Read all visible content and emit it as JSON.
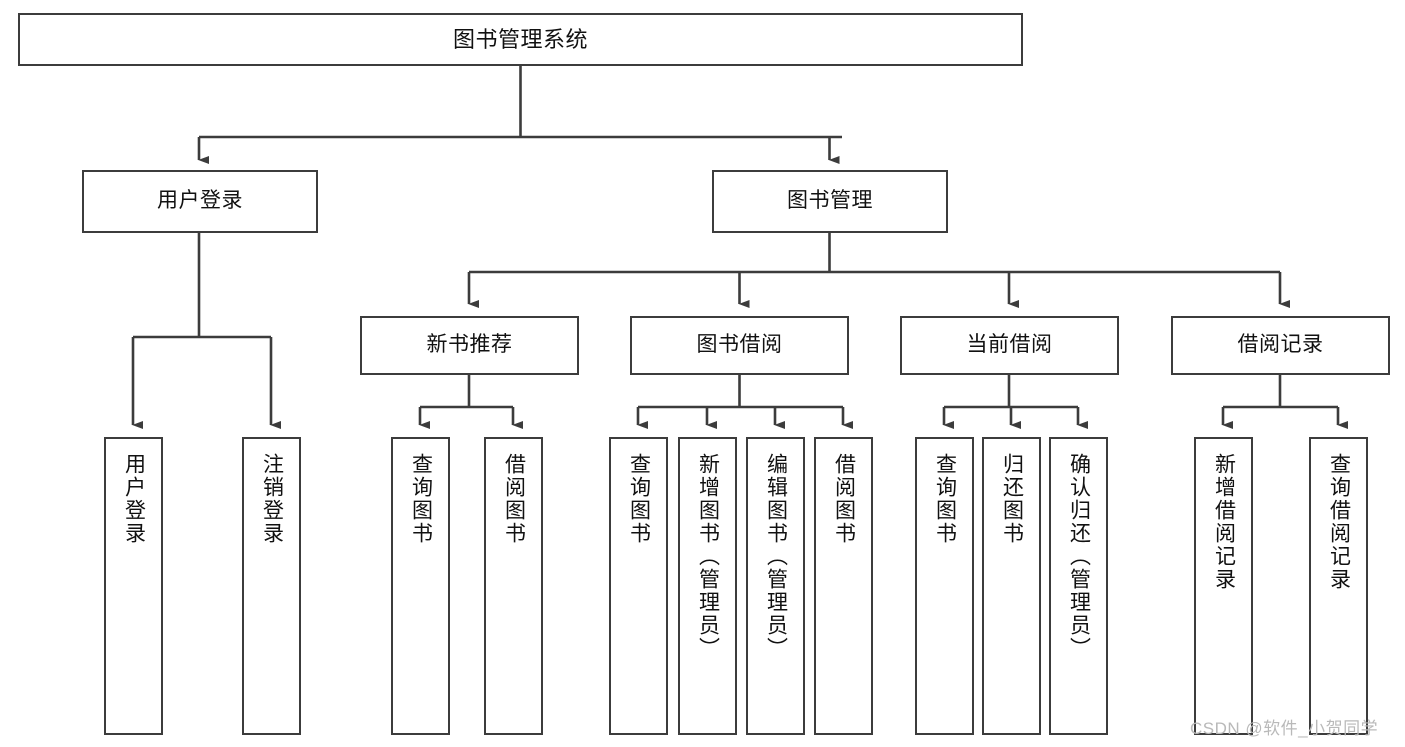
{
  "diagram": {
    "title": "图书管理系统",
    "watermark": "CSDN @软件_小贺同学",
    "accent_color": "#3c3c3c",
    "background_color": "#ffffff",
    "levels": {
      "root": "图书管理系统",
      "level2": [
        "用户登录",
        "图书管理"
      ],
      "level3": [
        "新书推荐",
        "图书借阅",
        "当前借阅",
        "借阅记录"
      ]
    },
    "nodes": {
      "root": "图书管理系统",
      "user_login": "用户登录",
      "book_manage": "图书管理",
      "new_book_rec": "新书推荐",
      "book_borrow": "图书借阅",
      "current_borrow": "当前借阅",
      "borrow_record": "借阅记录",
      "leaf_user_login": "用户登录",
      "leaf_user_logout": "注销登录",
      "leaf_rec_query": "查询图书",
      "leaf_rec_borrow": "借阅图书",
      "leaf_borrow_query": "查询图书",
      "leaf_borrow_add": "新增图书（管理员）",
      "leaf_borrow_edit": "编辑图书（管理员）",
      "leaf_borrow_do": "借阅图书",
      "leaf_cur_query": "查询图书",
      "leaf_cur_return": "归还图书",
      "leaf_cur_confirm": "确认归还（管理员）",
      "leaf_rec_add": "新增借阅记录",
      "leaf_rec_search": "查询借阅记录"
    },
    "tree": [
      {
        "id": "root",
        "label": "图书管理系统",
        "children": [
          {
            "id": "user_login",
            "label": "用户登录",
            "children": [
              {
                "id": "leaf_user_login",
                "label": "用户登录"
              },
              {
                "id": "leaf_user_logout",
                "label": "注销登录"
              }
            ]
          },
          {
            "id": "book_manage",
            "label": "图书管理",
            "children": [
              {
                "id": "new_book_rec",
                "label": "新书推荐",
                "children": [
                  {
                    "id": "leaf_rec_query",
                    "label": "查询图书"
                  },
                  {
                    "id": "leaf_rec_borrow",
                    "label": "借阅图书"
                  }
                ]
              },
              {
                "id": "book_borrow",
                "label": "图书借阅",
                "children": [
                  {
                    "id": "leaf_borrow_query",
                    "label": "查询图书"
                  },
                  {
                    "id": "leaf_borrow_add",
                    "label": "新增图书（管理员）"
                  },
                  {
                    "id": "leaf_borrow_edit",
                    "label": "编辑图书（管理员）"
                  },
                  {
                    "id": "leaf_borrow_do",
                    "label": "借阅图书"
                  }
                ]
              },
              {
                "id": "current_borrow",
                "label": "当前借阅",
                "children": [
                  {
                    "id": "leaf_cur_query",
                    "label": "查询图书"
                  },
                  {
                    "id": "leaf_cur_return",
                    "label": "归还图书"
                  },
                  {
                    "id": "leaf_cur_confirm",
                    "label": "确认归还（管理员）"
                  }
                ]
              },
              {
                "id": "borrow_record",
                "label": "借阅记录",
                "children": [
                  {
                    "id": "leaf_rec_add",
                    "label": "新增借阅记录"
                  },
                  {
                    "id": "leaf_rec_search",
                    "label": "查询借阅记录"
                  }
                ]
              }
            ]
          }
        ]
      }
    ]
  }
}
